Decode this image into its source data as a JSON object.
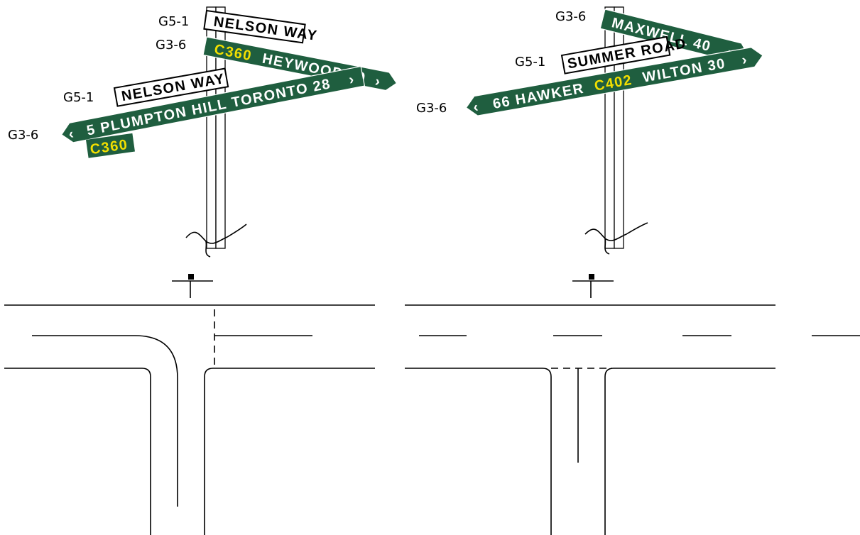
{
  "left_assembly": {
    "labels": {
      "top_white": "G5-1",
      "top_green": "G3-6",
      "lower_white": "G5-1",
      "lower_green": "G3-6"
    },
    "top_white_sign": {
      "text": "NELSON WAY"
    },
    "top_green_sign": {
      "route": "C360",
      "text": "HEYWOOD 80",
      "arrow": "›"
    },
    "lower_white_sign": {
      "text": "NELSON WAY"
    },
    "lower_green_sign": {
      "arrow": "‹",
      "text": "5 PLUMPTON HILL TORONTO 28",
      "arrow_right": "›"
    },
    "route_plate": "C360"
  },
  "right_assembly": {
    "labels": {
      "top_green": "G3-6",
      "white": "G5-1",
      "lower_green": "G3-6"
    },
    "top_green_sign": {
      "text": "MAXWELL 40",
      "arrow": "›"
    },
    "white_sign": {
      "text": "SUMMER ROAD"
    },
    "lower_green_sign": {
      "arrow": "‹",
      "text_a": "66 HAWKER",
      "route": "C402",
      "text_b": "WILTON 30",
      "arrow_right": "›"
    }
  },
  "colors": {
    "sign_green": "#1f5e3f",
    "route_yellow": "#f2df00",
    "line": "#000000",
    "background": "#ffffff"
  }
}
